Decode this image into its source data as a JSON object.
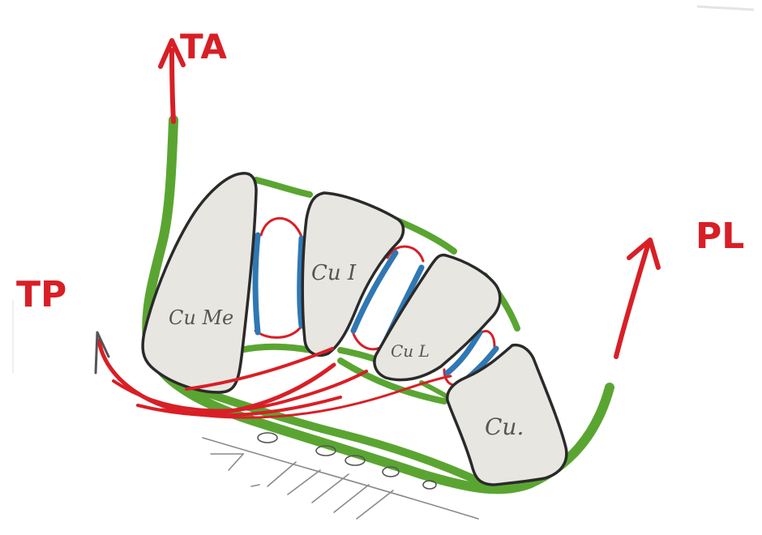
{
  "colors": {
    "tendon_red": "#d81f26",
    "ligament_green": "#5aa532",
    "joint_blue": "#2f78b4",
    "bone_fill": "#e8e6e1",
    "bone_outline": "#2a2a2a",
    "capsule_red": "#d81f26",
    "pencil": "#8a8a8a"
  },
  "tendons": {
    "ta": "TA",
    "tp": "TP",
    "pl": "PL"
  },
  "bones": {
    "medial_cuneiform": "Cu Me",
    "intermediate_cuneiform": "Cu I",
    "lateral_cuneiform": "Cu L",
    "cuboid": "Cu."
  }
}
